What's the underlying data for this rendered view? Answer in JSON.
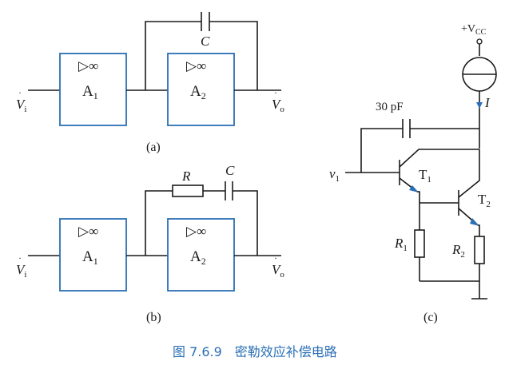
{
  "figure_caption": "图 7.6.9　密勒效应补偿电路",
  "panel_a": {
    "label": "(a)",
    "input": "V",
    "input_sub": "i",
    "output": "V",
    "output_sub": "o",
    "amp1": {
      "symbol": "▷∞",
      "name": "A",
      "sub": "1"
    },
    "amp2": {
      "symbol": "▷∞",
      "name": "A",
      "sub": "2"
    },
    "capacitor": "C"
  },
  "panel_b": {
    "label": "(b)",
    "input": "V",
    "input_sub": "i",
    "output": "V",
    "output_sub": "o",
    "amp1": {
      "symbol": "▷∞",
      "name": "A",
      "sub": "1"
    },
    "amp2": {
      "symbol": "▷∞",
      "name": "A",
      "sub": "2"
    },
    "resistor": "R",
    "capacitor": "C"
  },
  "panel_c": {
    "label": "(c)",
    "supply": "+V",
    "supply_sub": "CC",
    "current": "I",
    "capacitor": "30 pF",
    "input": "v",
    "input_sub": "1",
    "t1": "T",
    "t1_sub": "1",
    "t2": "T",
    "t2_sub": "2",
    "r1": "R",
    "r1_sub": "1",
    "r2": "R",
    "r2_sub": "2"
  },
  "colors": {
    "box": "#2a6fb5",
    "ink": "#1a1a1a",
    "caption": "#2a6fb5"
  }
}
